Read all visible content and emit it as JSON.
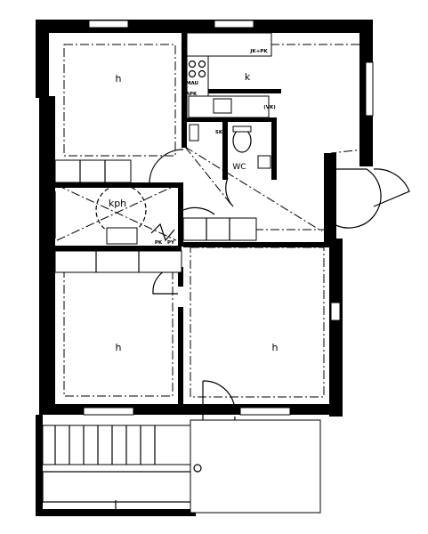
{
  "plan": {
    "rooms": {
      "bedroom_top_left": "h",
      "kitchen": "k",
      "bathroom": "kph",
      "wc": "WC",
      "bedroom_bottom_left": "h",
      "living_room": "h"
    },
    "fixtures": {
      "jk_pk": "JK+PK",
      "mau": "MAU",
      "apk": "APK",
      "vk": "(VK)",
      "sk": "SK",
      "pk": "PK",
      "py": "PY"
    }
  }
}
